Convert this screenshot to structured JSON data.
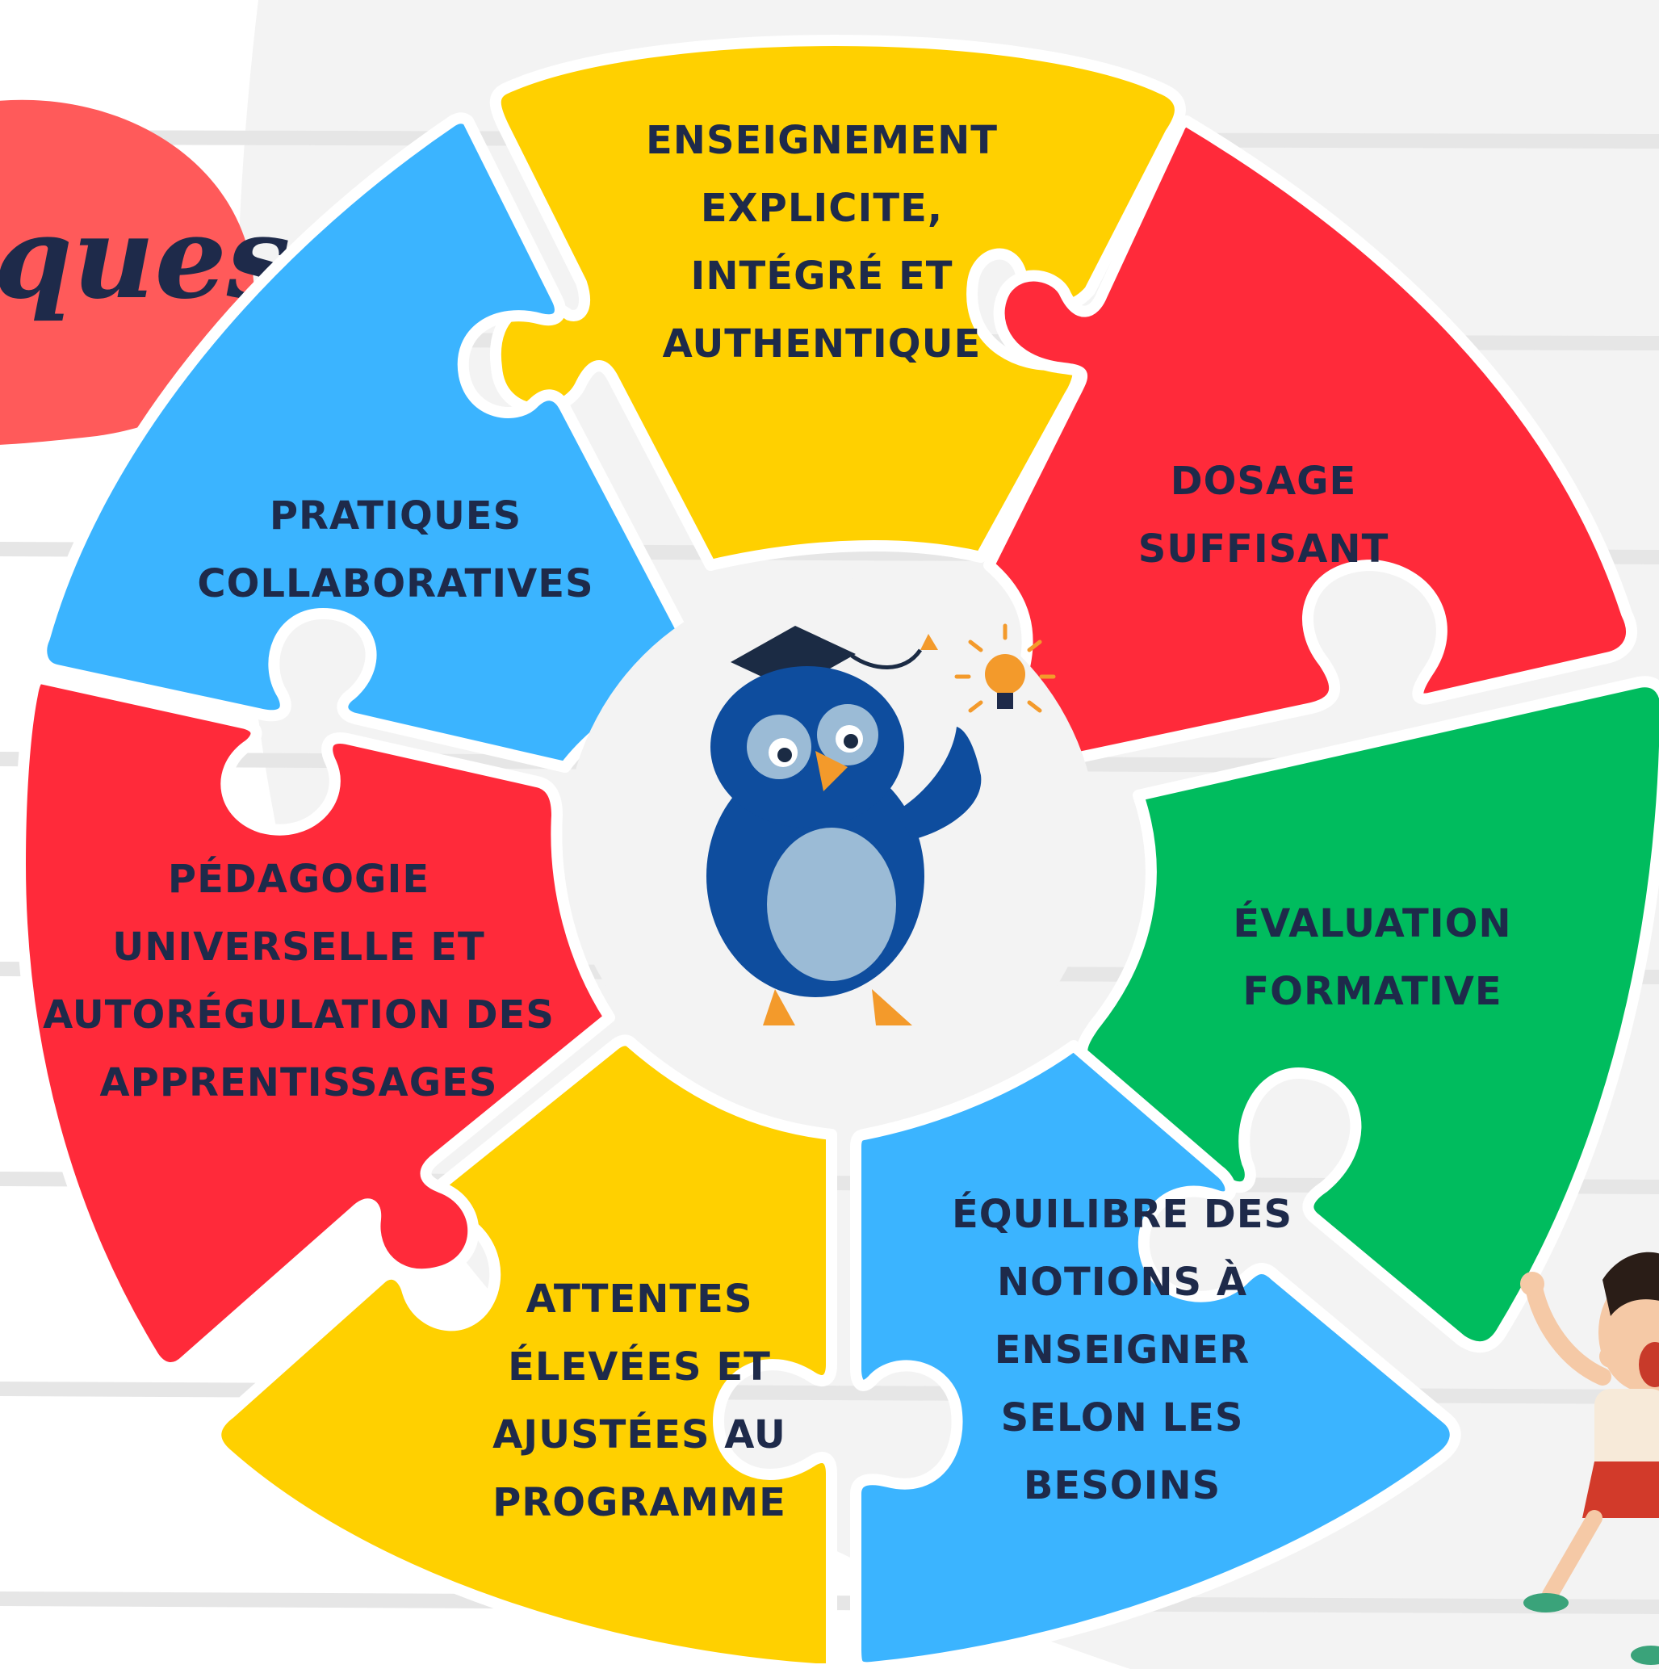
{
  "title_fragment": "ques",
  "colors": {
    "yellow": "#FFD000",
    "red": "#FF2A3A",
    "blue": "#3BB4FF",
    "green": "#00BC5E",
    "text": "#1E2A4A",
    "title_blob": "#FF5A5A",
    "background_stripe": "#E6E6E6"
  },
  "segments": [
    {
      "id": "enseignement",
      "color": "yellow",
      "lines": [
        "ENSEIGNEMENT",
        "EXPLICITE,",
        "INTÉGRÉ ET",
        "AUTHENTIQUE"
      ]
    },
    {
      "id": "dosage",
      "color": "red",
      "lines": [
        "DOSAGE",
        "SUFFISANT"
      ]
    },
    {
      "id": "evaluation",
      "color": "green",
      "lines": [
        "ÉVALUATION",
        "FORMATIVE"
      ]
    },
    {
      "id": "equilibre",
      "color": "blue",
      "lines": [
        "ÉQUILIBRE DES",
        "NOTIONS À",
        "ENSEIGNER",
        "SELON LES",
        "BESOINS"
      ]
    },
    {
      "id": "attentes",
      "color": "yellow",
      "lines": [
        "ATTENTES",
        "ÉLEVÉES ET",
        "AJUSTÉES AU",
        "PROGRAMME"
      ]
    },
    {
      "id": "pedagogie",
      "color": "red",
      "lines": [
        "PÉDAGOGIE",
        "UNIVERSELLE ET",
        "AUTORÉGULATION DES",
        "APPRENTISSAGES"
      ]
    },
    {
      "id": "pratiques",
      "color": "blue",
      "lines": [
        "PRATIQUES",
        "COLLABORATIVES"
      ]
    }
  ],
  "center_icon": "owl-graduate-lightbulb-icon",
  "corner_icon": "child-cheering-icon"
}
